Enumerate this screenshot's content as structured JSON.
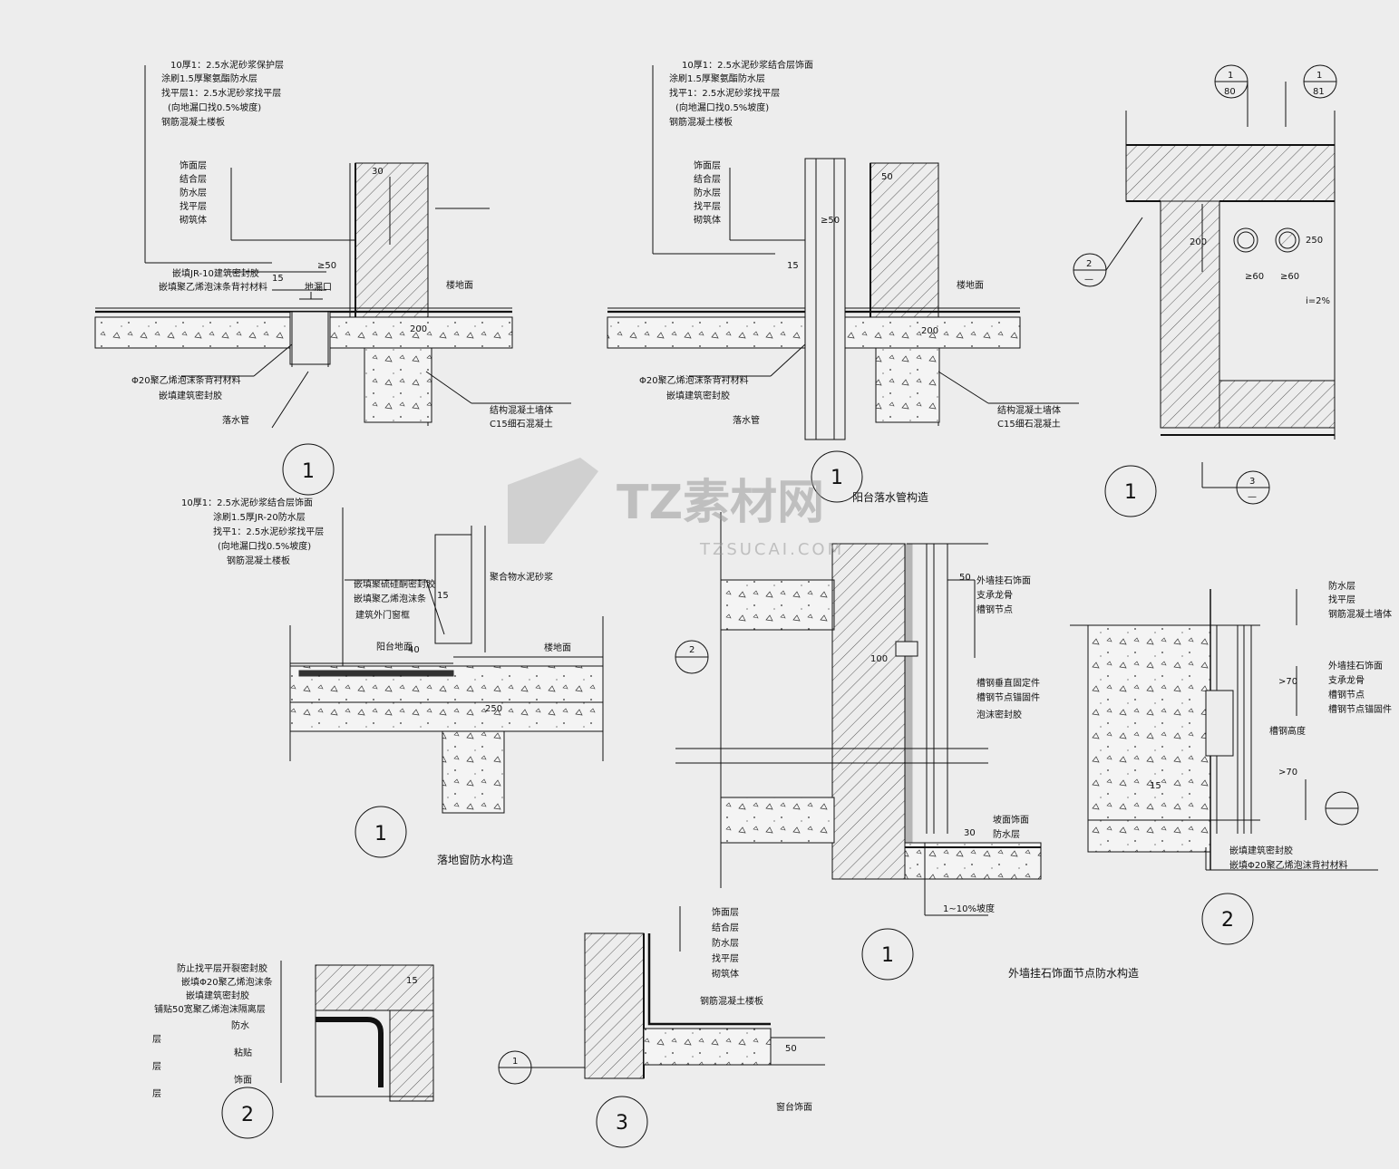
{
  "watermark": {
    "main": "TZ素材网",
    "sub": "TZSUCAI.COM"
  },
  "details": {
    "d1": {
      "notes": [
        "10厚1：2.5水泥砂浆保护层",
        "涂刷1.5厚聚氨酯防水层",
        "找平层1：2.5水泥砂浆找平层",
        "(向地漏口找0.5%坡度)",
        "钢筋混凝土楼板"
      ],
      "layers": [
        "饰面层",
        "结合层",
        "防水层",
        "找平层",
        "砌筑体"
      ],
      "labels": {
        "sealant": "嵌填JR-10建筑密封胶",
        "backer": "嵌填聚乙烯泡沫条背衬材料",
        "drain": "地漏口",
        "floor": "楼地面",
        "pipe_backer": "Φ20聚乙烯泡沫条背衬材料",
        "pipe_seal": "嵌填建筑密封胶",
        "pipe": "落水管",
        "concrete": "结构混凝土墙体",
        "c15": "C15细石混凝土"
      },
      "dims": [
        "30",
        "≥50",
        "15",
        "200"
      ],
      "number": "1"
    },
    "d2": {
      "notes": [
        "10厚1：2.5水泥砂浆结合层饰面",
        "涂刷1.5厚聚氨酯防水层",
        "找平1：2.5水泥砂浆找平层",
        "(向地漏口找0.5%坡度)",
        "钢筋混凝土楼板"
      ],
      "layers": [
        "饰面层",
        "结合层",
        "防水层",
        "找平层",
        "砌筑体"
      ],
      "labels": {
        "floor": "楼地面",
        "pipe_backer": "Φ20聚乙烯泡沫条背衬材料",
        "pipe_seal": "嵌填建筑密封胶",
        "pipe": "落水管",
        "concrete": "结构混凝土墙体",
        "c15": "C15细石混凝土"
      },
      "dims": [
        "50",
        "≥50",
        "15",
        "200"
      ],
      "number": "1",
      "caption": "阳台落水管构造"
    },
    "d3": {
      "tags": [
        {
          "num": "1",
          "sheet": "80"
        },
        {
          "num": "1",
          "sheet": "81"
        },
        {
          "num": "2",
          "sheet": "—"
        },
        {
          "num": "3",
          "sheet": "—"
        }
      ],
      "dims": [
        "200",
        "250",
        "≥60",
        "≥60",
        "i=2%"
      ],
      "number": "1"
    },
    "d4": {
      "notes": [
        "10厚1：2.5水泥砂浆结合层饰面",
        "涂刷1.5厚JR-20防水层",
        "找平1：2.5水泥砂浆找平层",
        "(向地漏口找0.5%坡度)",
        "钢筋混凝土楼板"
      ],
      "labels": {
        "sealant": "嵌填聚硫硅酮密封胶",
        "foam": "嵌填聚乙烯泡沫条",
        "frame": "建筑外门窗框",
        "balcony": "阳台地面",
        "floor": "楼地面",
        "mortar": "聚合物水泥砂浆"
      },
      "dims": [
        "15",
        "40",
        "250"
      ],
      "number": "1",
      "caption": "落地窗防水构造"
    },
    "d5": {
      "labels": {
        "stone": "外墙挂石饰面",
        "bracket": "支承龙骨",
        "anchor": "槽钢节点",
        "test": "槽钢垂直固定件",
        "fix": "槽钢节点锚固件",
        "seal": "泡沫密封胶",
        "slope": "坡面饰面",
        "sill": "防水层",
        "pct": "1~10%坡度"
      },
      "dims": [
        "50",
        "100",
        "30"
      ],
      "tag": "2",
      "number": "1"
    },
    "d6": {
      "layers": [
        "防水层",
        "找平层",
        "钢筋混凝土墙体"
      ],
      "labels": [
        "外墙挂石饰面",
        "支承龙骨",
        "槽钢节点",
        "槽钢节点锚固件"
      ],
      "bottom": [
        "嵌填建筑密封胶",
        "嵌填Φ20聚乙烯泡沫背衬材料"
      ],
      "dims": [
        ">70",
        ">70",
        "15",
        "槽钢高度"
      ],
      "number": "2",
      "caption": "外墙挂石饰面节点防水构造"
    },
    "d7": {
      "labels": [
        "防止找平层开裂密封胶",
        "嵌填Φ20聚乙烯泡沫条",
        "嵌填建筑密封胶",
        "铺贴50宽聚乙烯泡沫隔离层",
        "防水",
        "粘贴",
        "饰面"
      ],
      "side": [
        "层",
        "层",
        "层"
      ],
      "dims": [
        "15"
      ],
      "number": "2"
    },
    "d8": {
      "layers": [
        "饰面层",
        "结合层",
        "防水层",
        "找平层",
        "砌筑体"
      ],
      "labels": {
        "slab": "钢筋混凝土楼板",
        "sill": "窗台饰面"
      },
      "dims": [
        "50"
      ],
      "tag": "1",
      "number": "3"
    }
  }
}
